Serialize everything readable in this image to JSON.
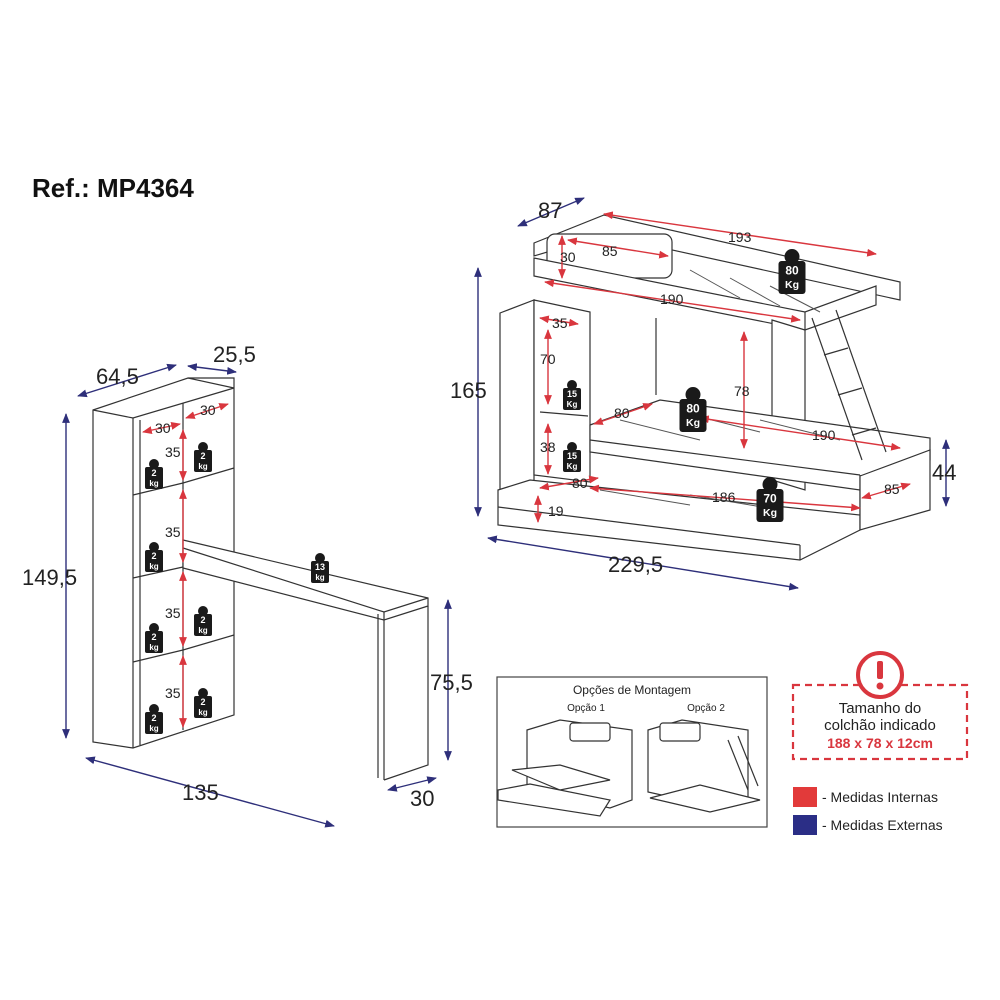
{
  "reference": "Ref.: MP4364",
  "colors": {
    "internal": "#e23a3a",
    "external": "#2b2e86",
    "line": "#333333",
    "weight_badge": "#1a1a1a"
  },
  "desk": {
    "external": {
      "depth": "64,5",
      "shelf_depth": "25,5",
      "height": "149,5",
      "width": "135",
      "desk_height": "75,5",
      "desk_depth": "30"
    },
    "internal": {
      "cell_width_left": "30",
      "cell_width_right": "30",
      "cell_height_1": "35",
      "cell_height_2": "35",
      "cell_height_3": "35",
      "cell_height_4": "35"
    },
    "weights": [
      {
        "value": "2",
        "unit": "kg"
      },
      {
        "value": "2",
        "unit": "kg"
      },
      {
        "value": "2",
        "unit": "kg"
      },
      {
        "value": "2",
        "unit": "kg"
      },
      {
        "value": "2",
        "unit": "kg"
      },
      {
        "value": "2",
        "unit": "kg"
      },
      {
        "value": "2",
        "unit": "kg"
      },
      {
        "value": "13",
        "unit": "kg"
      }
    ]
  },
  "bed": {
    "external": {
      "depth": "87",
      "height": "165",
      "length": "229,5",
      "trundle_height": "44"
    },
    "internal": {
      "top_length": "193",
      "headboard": "85",
      "headboard_height": "30",
      "top_mattress": "190",
      "shelf_depth": "35",
      "shelf_height": "70",
      "bottom_clearance": "78",
      "lower_width": "80",
      "lower_mattress": "190",
      "shelf_lower": "38",
      "trundle_width": "80",
      "trundle_length": "186",
      "trundle_side": "85",
      "trundle_rail": "19"
    },
    "weights": [
      {
        "value": "80",
        "unit": "Kg"
      },
      {
        "value": "80",
        "unit": "Kg"
      },
      {
        "value": "70",
        "unit": "Kg"
      },
      {
        "value": "15",
        "unit": "Kg"
      },
      {
        "value": "15",
        "unit": "Kg"
      }
    ]
  },
  "assembly": {
    "title": "Opções de Montagem",
    "option1": "Opção 1",
    "option2": "Opção 2"
  },
  "notice": {
    "line1": "Tamanho do",
    "line2": "colchão indicado",
    "size": "188 x 78 x 12cm"
  },
  "legend": {
    "internal": "- Medidas Internas",
    "external": "- Medidas Externas"
  }
}
